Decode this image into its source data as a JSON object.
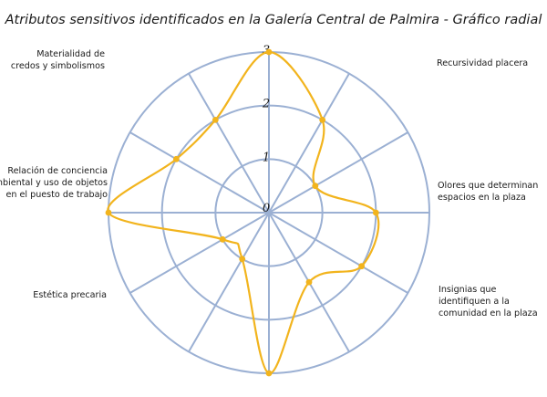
{
  "chart_data": {
    "type": "radar",
    "title": "Atributos sensitivos identificados en la Galería Central de Palmira - Gráfico radial",
    "rlim": [
      0,
      3
    ],
    "rticks": [
      "0",
      "1",
      "2",
      "3"
    ],
    "grid": true,
    "categories": [
      "Recursividad placera",
      "Olores que determinan espacios en la plaza",
      "",
      "Insignias que identifiquen a la comunidad en la plaza",
      "",
      "",
      "Estética precaria",
      "",
      "Relación de conciencia ambiental y uso de objetos en el puesto de trabajo",
      "",
      "Materialidad de credos y simbolismos",
      ""
    ],
    "series": [
      {
        "values": [
          3,
          2,
          1,
          2,
          2,
          1.5,
          3,
          1,
          1,
          3,
          2,
          2
        ]
      }
    ],
    "colors": {
      "series": "#f2b41d",
      "grid": "#9bb0d3",
      "text": "#1a1a1a"
    }
  }
}
